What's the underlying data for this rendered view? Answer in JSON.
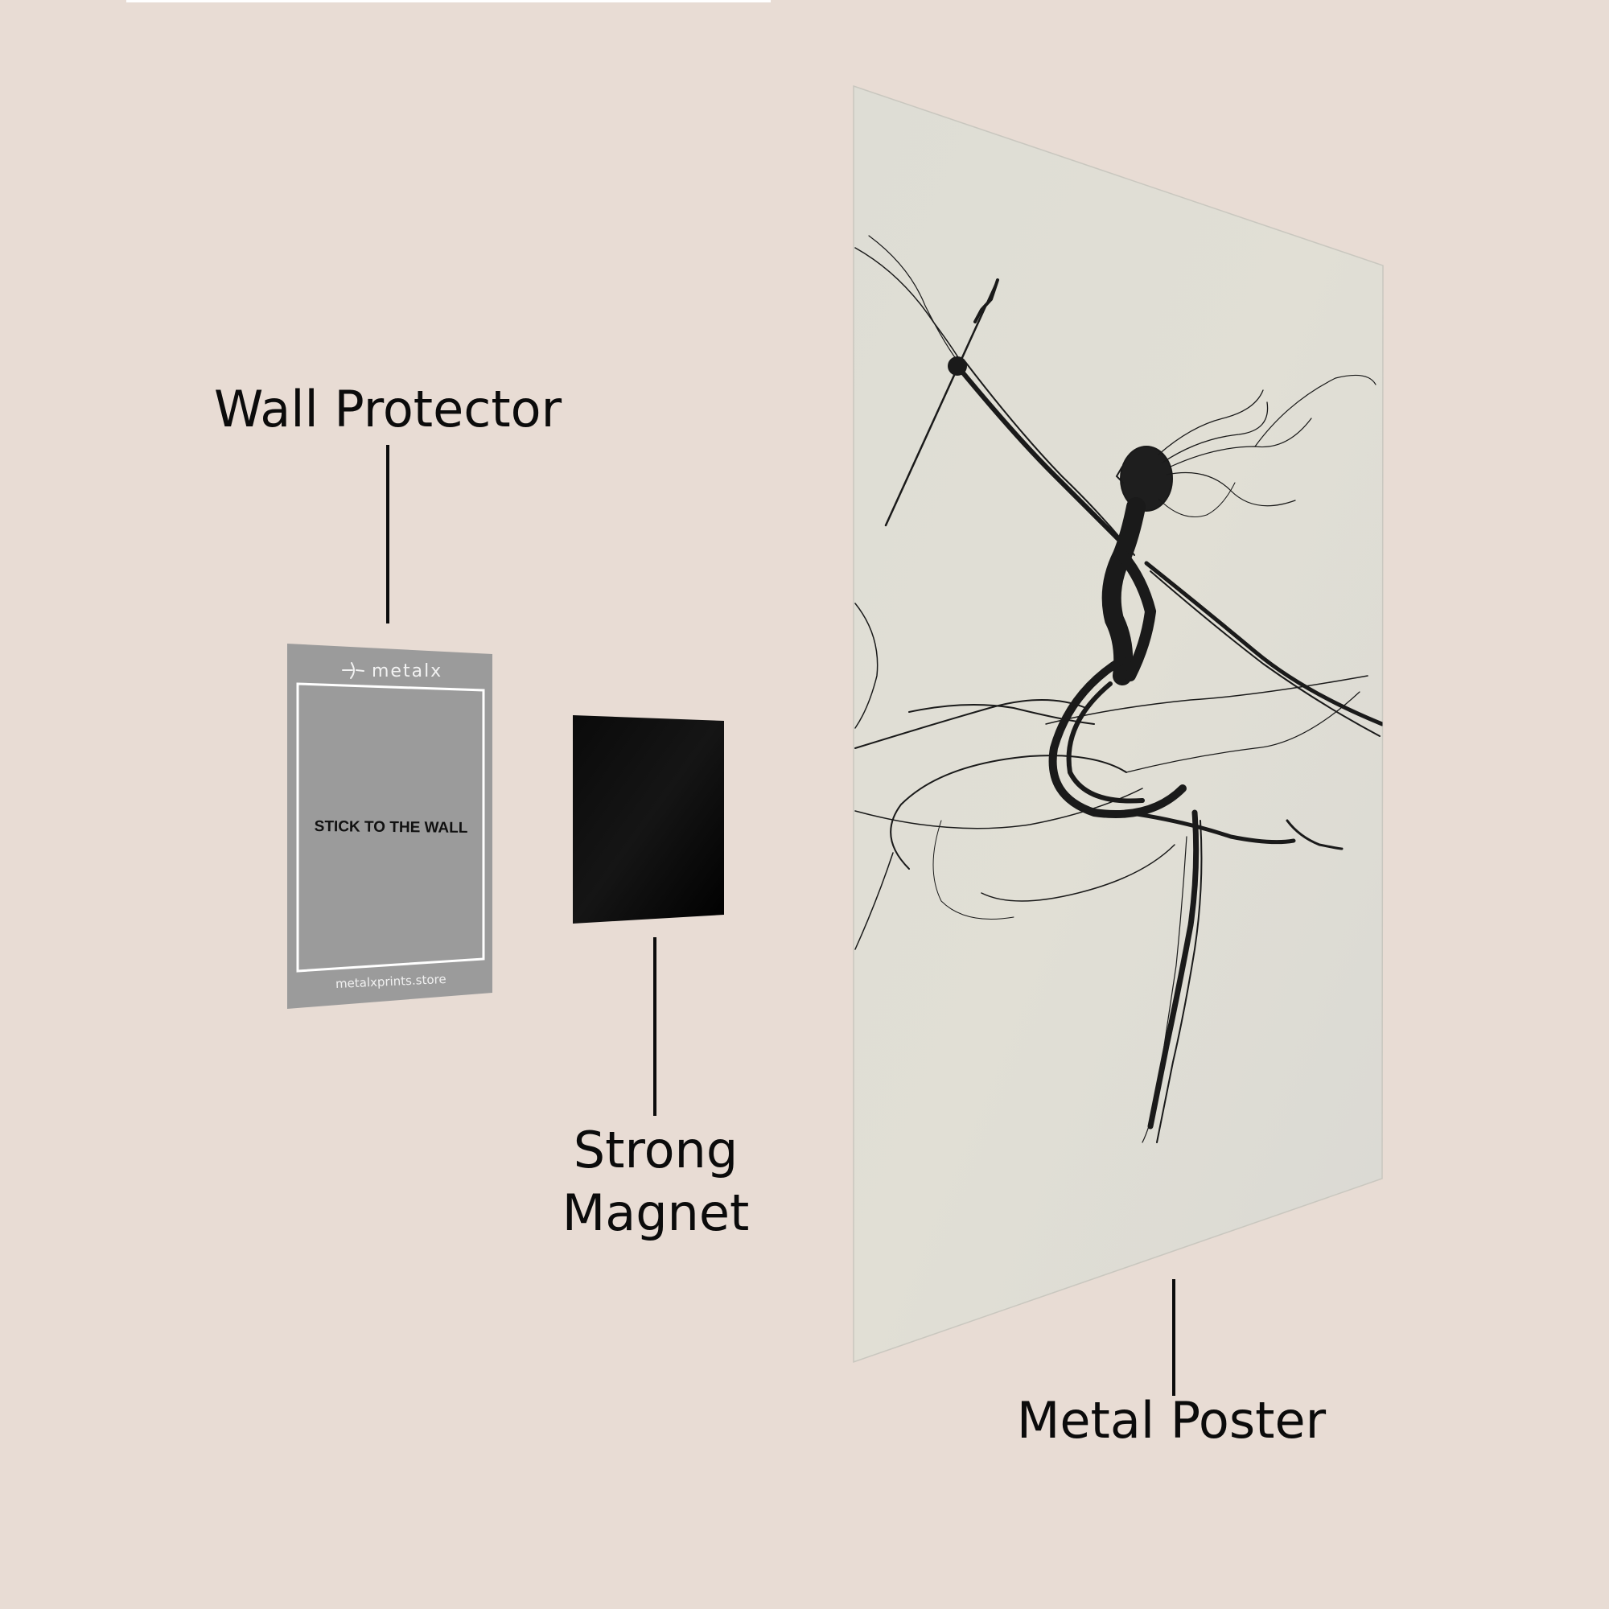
{
  "scene": {
    "background_color": "#E8DCD4",
    "top_strip_color": "#FFFFFF"
  },
  "labels": {
    "wall_protector": "Wall Protector",
    "strong_magnet_line1": "Strong",
    "strong_magnet_line2": "Magnet",
    "metal_poster": "Metal Poster"
  },
  "wall_protector": {
    "color": "#9B9B9B",
    "frame_color": "#FFFFFF",
    "brand_name": "metalx",
    "brand_icon": "metalx-logo-icon",
    "center_text": "STICK TO THE WALL",
    "website": "metalxprints.store"
  },
  "magnet": {
    "color": "#050505"
  },
  "metal_poster": {
    "surface_color": "#E2E0D6",
    "artwork": "wire-sketch-dancer-with-spear",
    "ink_color": "#1A1A1A"
  }
}
